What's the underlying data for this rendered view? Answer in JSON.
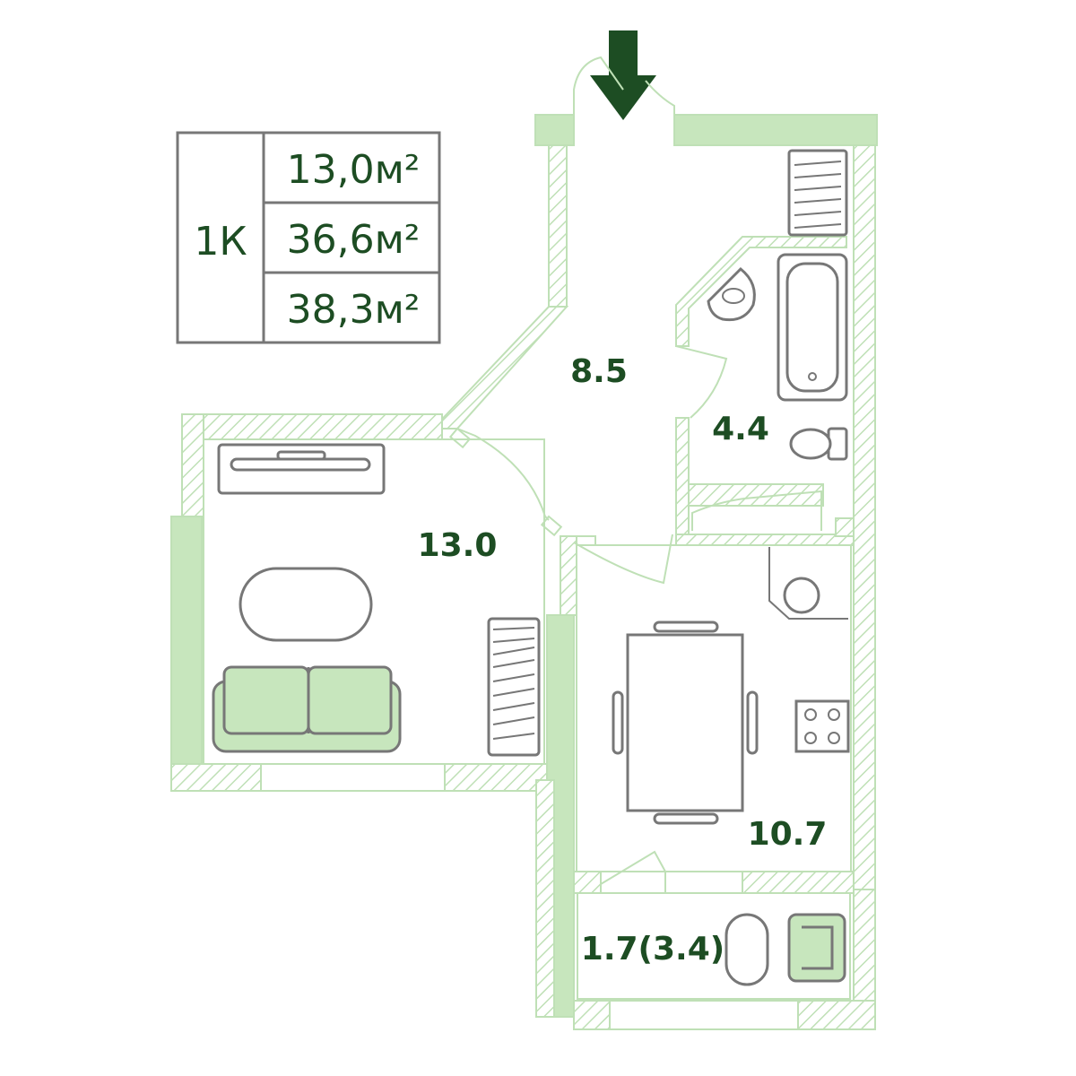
{
  "info_table": {
    "type": "1К",
    "living_area": "13,0м²",
    "total_area": "36,6м²",
    "total_area_with_balcony": "38,3м²"
  },
  "rooms": [
    {
      "id": "hallway",
      "area": "8.5"
    },
    {
      "id": "bathroom",
      "area": "4.4"
    },
    {
      "id": "living-room",
      "area": "13.0"
    },
    {
      "id": "kitchen",
      "area": "10.7"
    },
    {
      "id": "balcony",
      "area": "1.7(3.4)"
    }
  ],
  "entrance_marker": {
    "icon": "arrow-down-icon",
    "color": "#1d4d23"
  },
  "colors": {
    "accent_dark_green": "#1d4d23",
    "wall_light_green": "#c7e6bd",
    "furniture_stroke": "#777777"
  }
}
